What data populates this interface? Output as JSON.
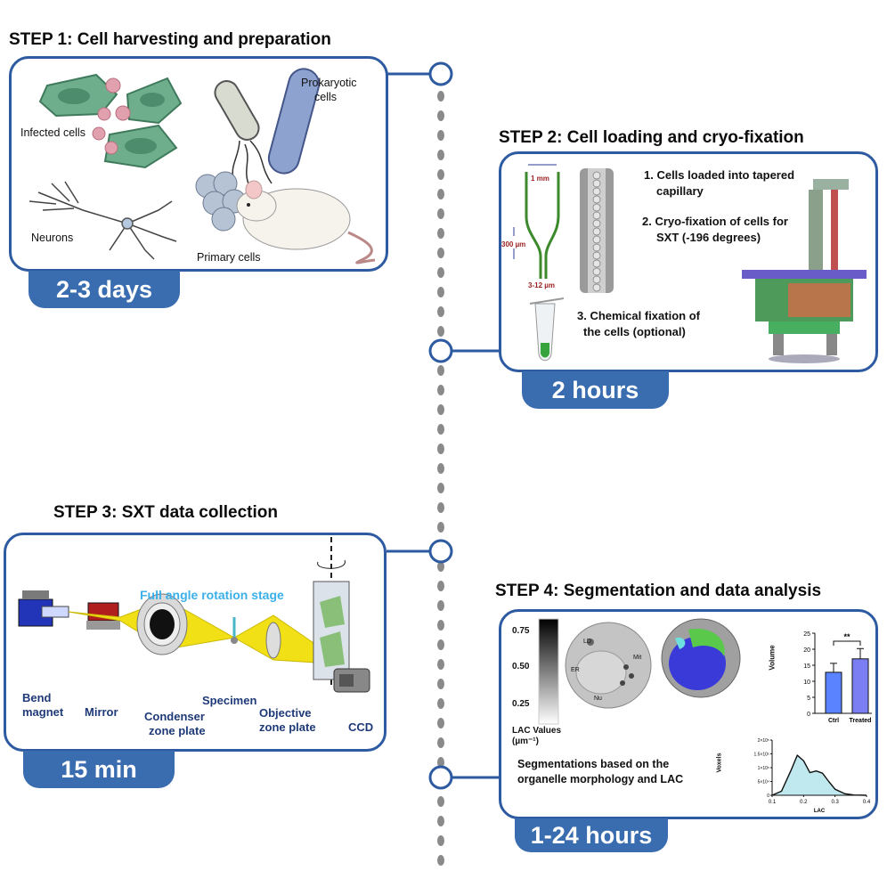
{
  "step1": {
    "title": "STEP 1: Cell harvesting and preparation",
    "labels": {
      "infected": "Infected cells",
      "prokaryotic_1": "Prokaryotic",
      "prokaryotic_2": "cells",
      "neurons": "Neurons",
      "primary": "Primary cells"
    },
    "duration": "2-3 days"
  },
  "step2": {
    "title": "STEP 2: Cell loading and cryo-fixation",
    "capillary": {
      "top": "1 mm",
      "mid": "300 µm",
      "bottom": "3-12 µm"
    },
    "items": [
      [
        "1. Cells loaded into tapered",
        "capillary"
      ],
      [
        "2. Cryo-fixation of cells for",
        "SXT (-196 degrees)"
      ],
      [
        "3. Chemical fixation of",
        "the cells (optional)"
      ]
    ],
    "duration": "2 hours"
  },
  "step3": {
    "title": "STEP 3: SXT data collection",
    "labels": {
      "rotation": "Full angle rotation stage",
      "bend_1": "Bend",
      "bend_2": "magnet",
      "mirror": "Mirror",
      "condenser_1": "Condenser",
      "condenser_2": "zone plate",
      "specimen": "Specimen",
      "objective_1": "Objective",
      "objective_2": "zone plate",
      "ccd": "CCD"
    },
    "duration": "15 min"
  },
  "step4": {
    "title": "STEP 4: Segmentation and data analysis",
    "colorbar": {
      "ticks": [
        "0.75",
        "0.50",
        "0.25"
      ],
      "label_1": "LAC Values",
      "label_2": "(µm⁻¹)"
    },
    "cell_labels": {
      "er": "ER",
      "ld": "LD",
      "mit": "Mit",
      "nu": "Nu"
    },
    "caption_1": "Segmentations based on the",
    "caption_2": "organelle morphology and LAC",
    "duration": "1-24 hours"
  },
  "bar_chart": {
    "ylabel": "Volume",
    "yticks": [
      "25",
      "20",
      "15",
      "10",
      "5",
      "0"
    ],
    "significance": "**"
  },
  "histogram": {
    "ylabel": "Voxels",
    "xlabel": "LAC",
    "yticks": [
      "2×10⁵",
      "1.5×10⁵",
      "1×10⁵",
      "5×10⁴",
      "0"
    ],
    "xticks": [
      "0.1",
      "0.2",
      "0.3",
      "0.4"
    ]
  },
  "chart_data": [
    {
      "type": "bar",
      "categories": [
        "Ctrl",
        "Treated"
      ],
      "values": [
        12.8,
        17.0
      ],
      "errors": [
        2.8,
        3.2
      ],
      "ylabel": "Volume",
      "ylim": [
        0,
        25
      ],
      "annotation": "**"
    },
    {
      "type": "area",
      "x": [
        0.1,
        0.13,
        0.16,
        0.18,
        0.2,
        0.22,
        0.24,
        0.26,
        0.28,
        0.3,
        0.33,
        0.36,
        0.4
      ],
      "y": [
        0,
        15000,
        90000,
        145000,
        125000,
        82000,
        88000,
        80000,
        50000,
        22000,
        6000,
        1000,
        0
      ],
      "xlabel": "LAC",
      "ylabel": "Voxels",
      "xlim": [
        0.1,
        0.4
      ],
      "ylim": [
        0,
        200000
      ]
    }
  ],
  "colors": {
    "panel_border": "#2d5aa0",
    "tab": "#3a6db0",
    "beam": "#f2e017",
    "dots": "#8a8a8a"
  }
}
